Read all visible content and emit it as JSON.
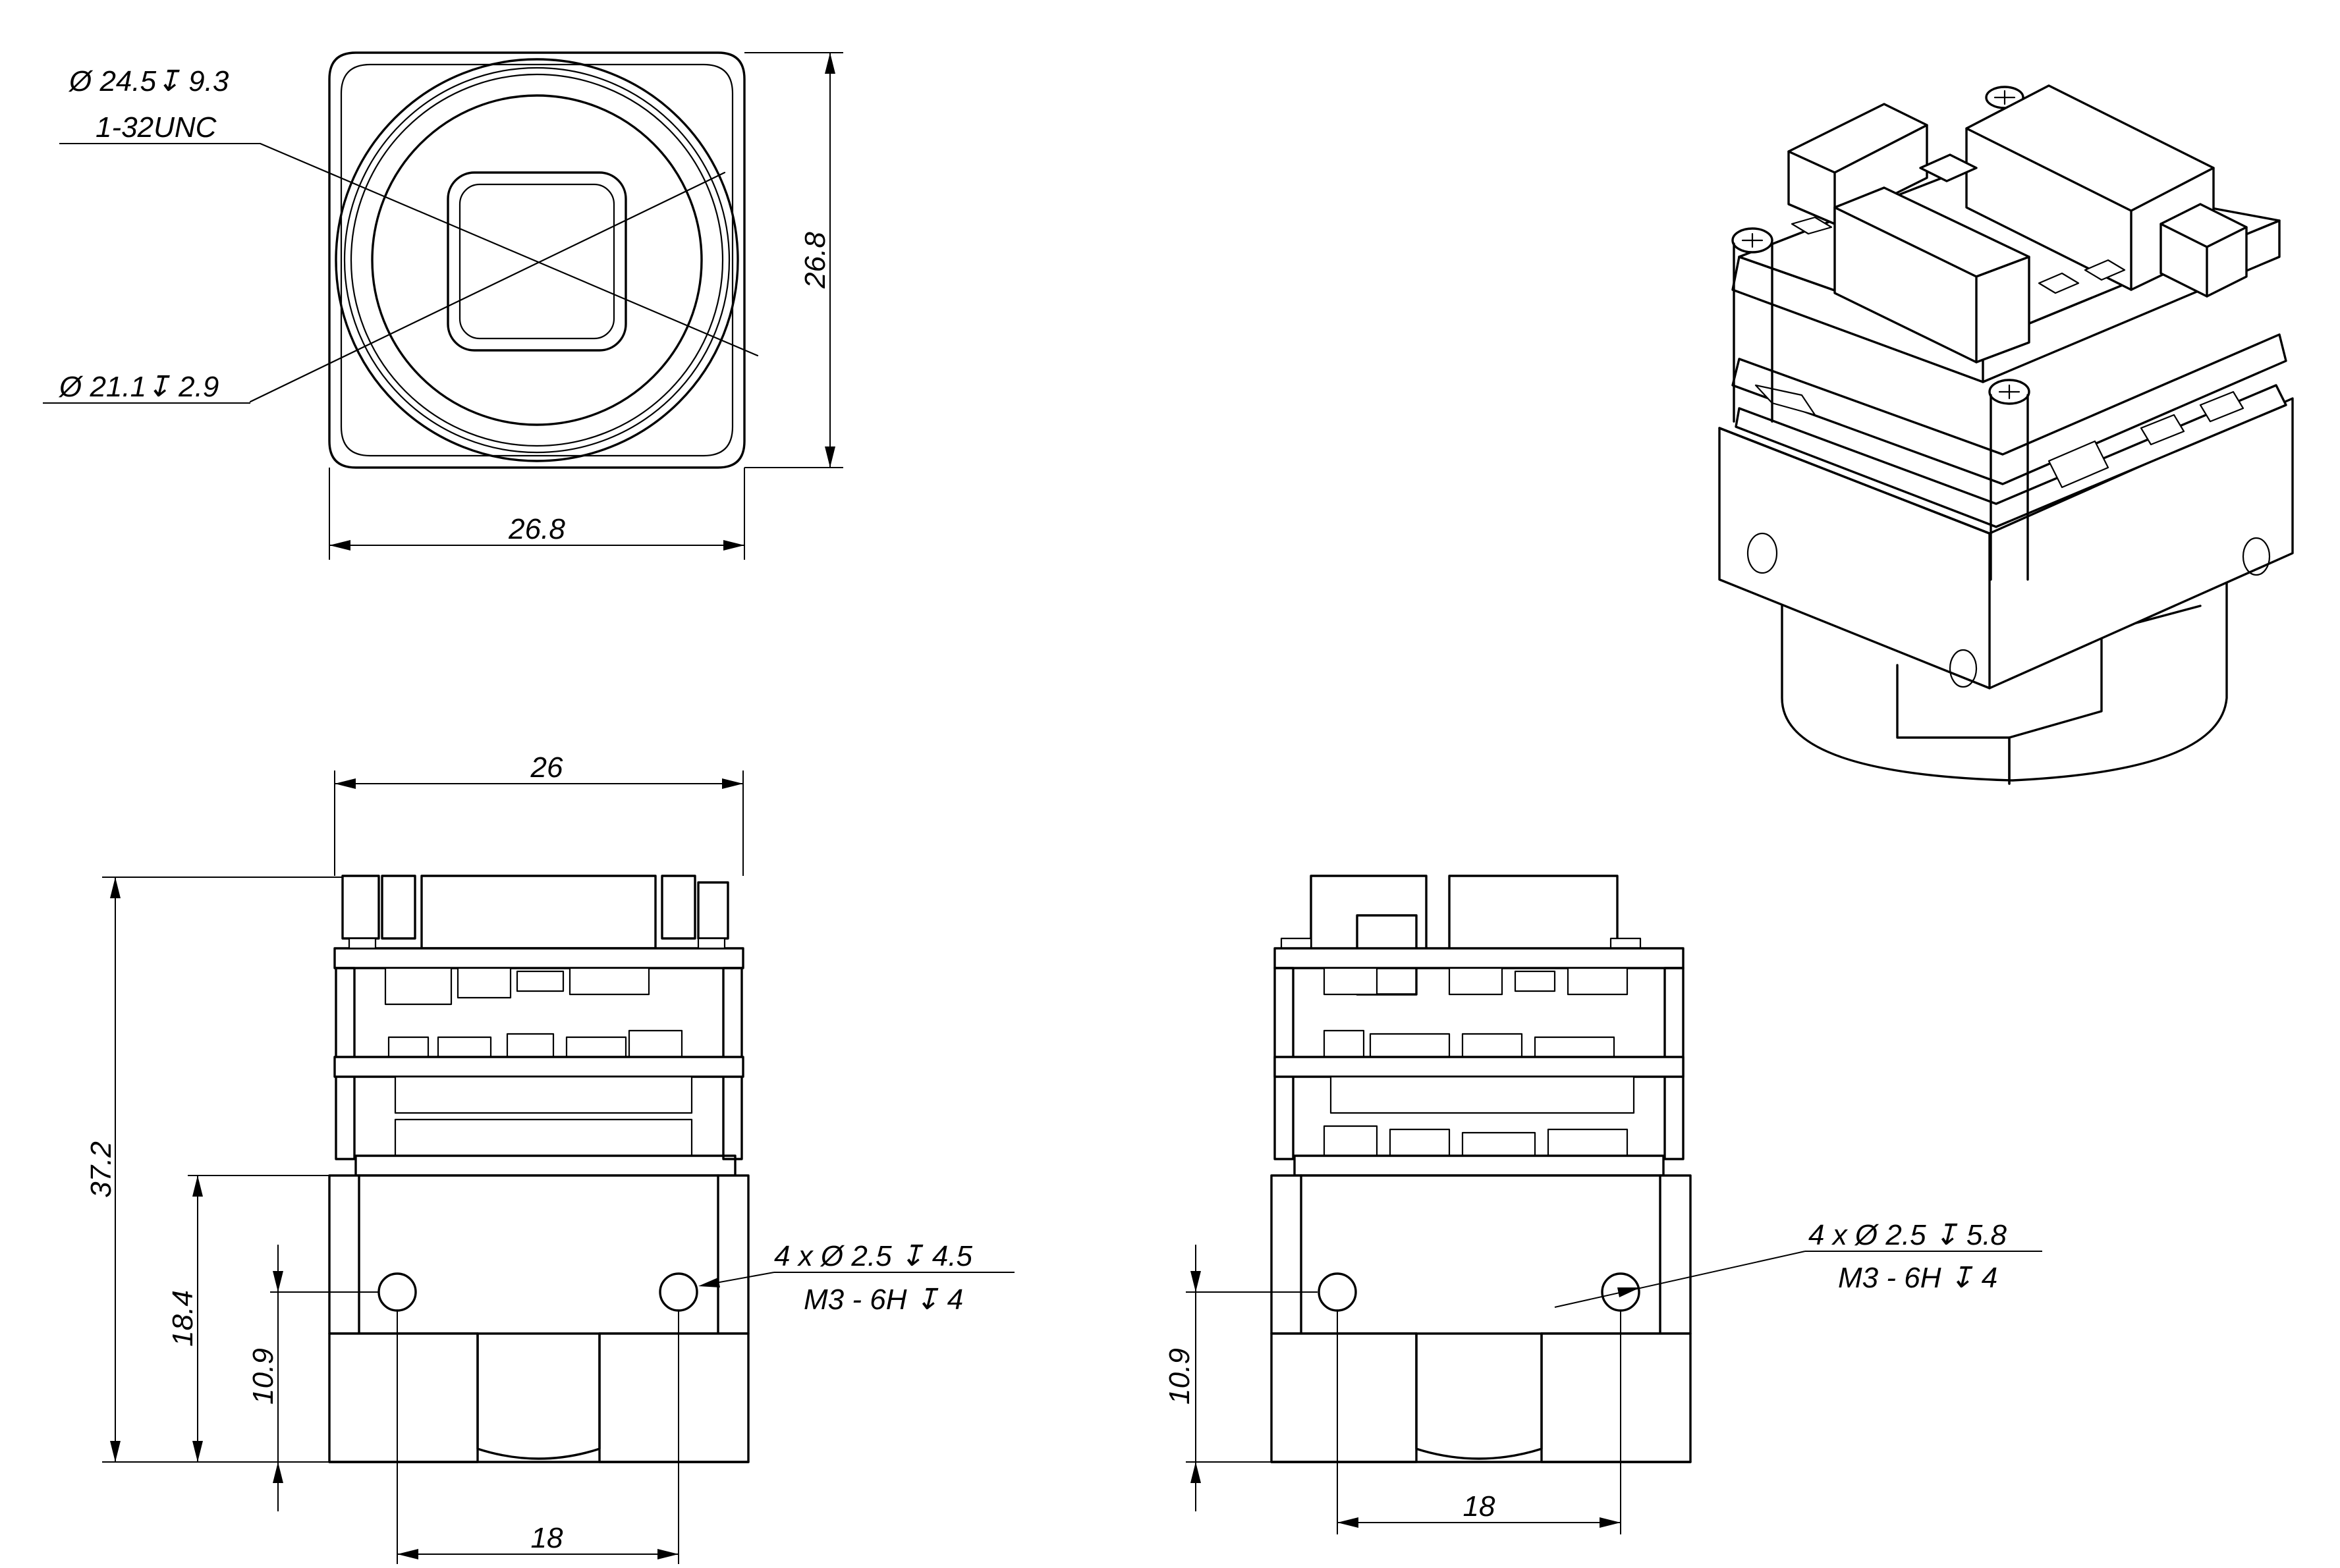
{
  "front_view": {
    "callout_top_line1": "Ø 24.5↧ 9.3",
    "callout_top_line2": "1-32UNC",
    "callout_bottom": "Ø 21.1↧ 2.9",
    "height_dim": "26.8",
    "width_dim": "26.8"
  },
  "side_view_left": {
    "width_dim": "26",
    "height_total_dim": "37.2",
    "height_base_dim": "18.4",
    "hole_height_dim": "10.9",
    "hole_spacing_dim": "18",
    "hole_callout_line1": "4 x Ø 2.5 ↧ 4.5",
    "hole_callout_line2": "M3 - 6H ↧ 4"
  },
  "side_view_right": {
    "hole_height_dim": "10.9",
    "hole_spacing_dim": "18",
    "hole_callout_line1": "4 x Ø 2.5 ↧ 5.8",
    "hole_callout_line2": "M3 - 6H ↧ 4"
  }
}
